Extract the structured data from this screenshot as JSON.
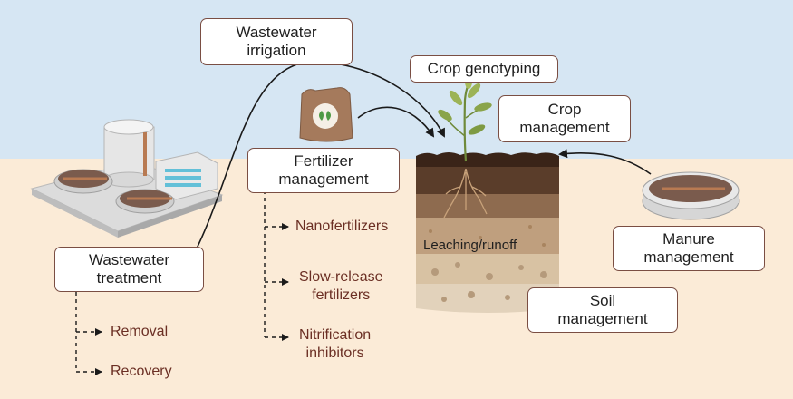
{
  "boxes": {
    "wastewater_irrigation": "Wastewater\nirrigation",
    "crop_genotyping": "Crop genotyping",
    "crop_management": "Crop\nmanagement",
    "fertilizer_management": "Fertilizer\nmanagement",
    "wastewater_treatment": "Wastewater\ntreatment",
    "manure_management": "Manure\nmanagement",
    "soil_management": "Soil\nmanagement"
  },
  "fertilizer_options": [
    "Nanofertilizers",
    "Slow-release\nfertilizers",
    "Nitrification\ninhibitors"
  ],
  "treatment_options": [
    "Removal",
    "Recovery"
  ],
  "soil_label": "Leaching/runoff",
  "colors": {
    "sky": "#d6e6f3",
    "ground": "#fbebd7",
    "box_border": "#7a4e43",
    "sub_text": "#6b2f24"
  }
}
